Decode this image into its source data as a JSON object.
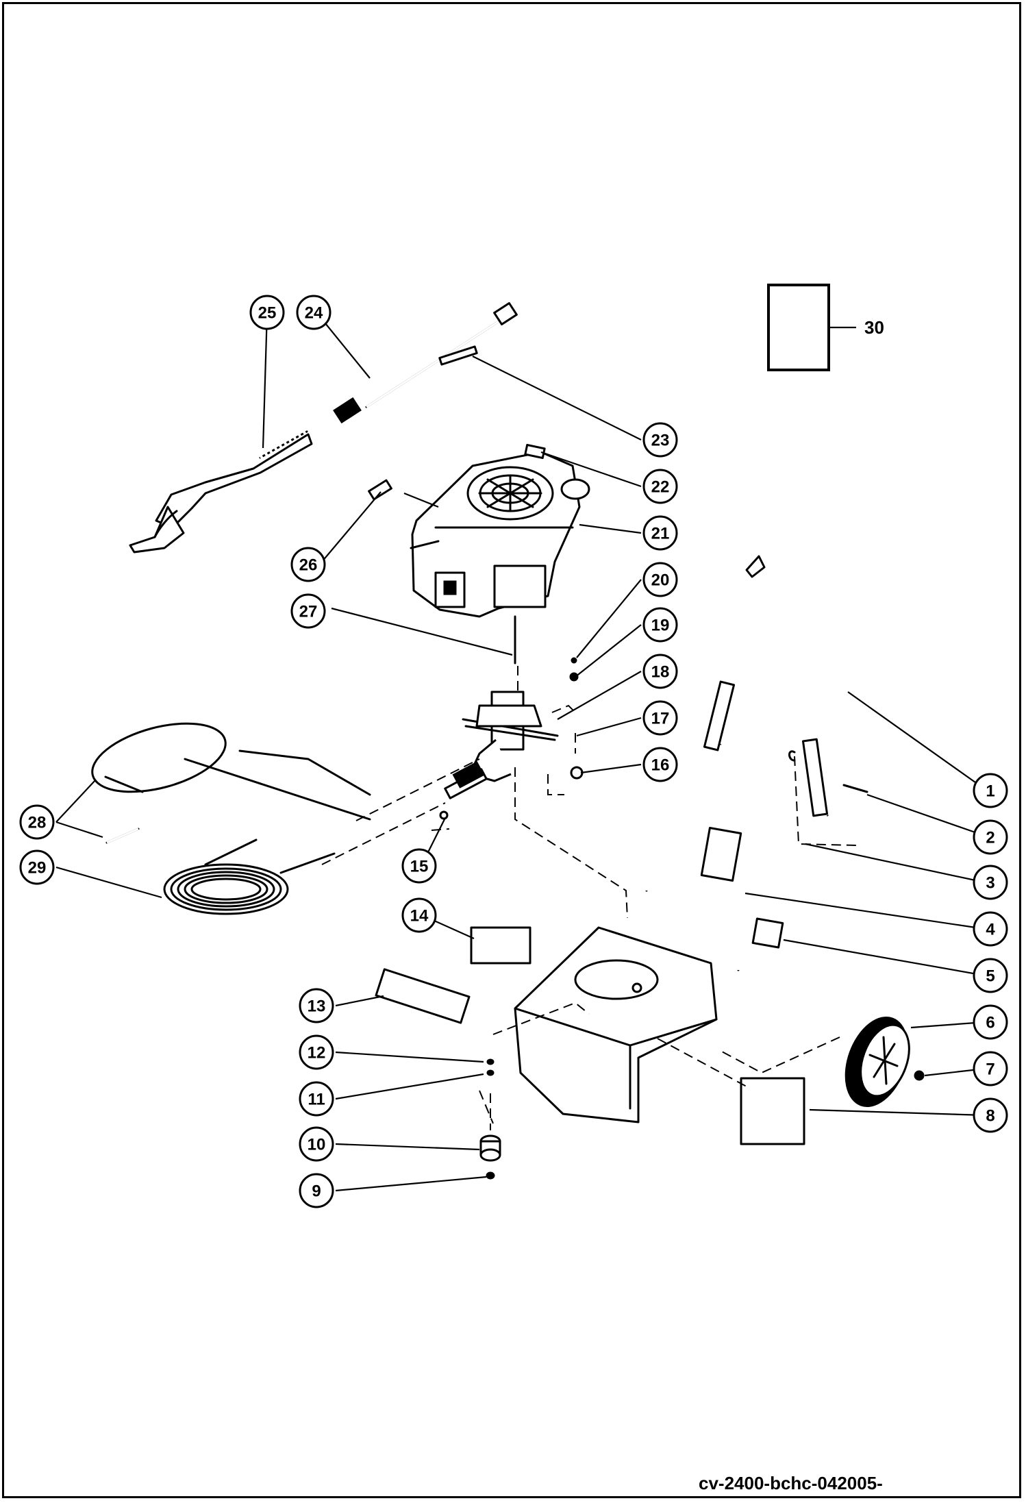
{
  "diagram": {
    "callouts": [
      "1",
      "2",
      "3",
      "4",
      "5",
      "6",
      "7",
      "8",
      "9",
      "10",
      "11",
      "12",
      "13",
      "14",
      "15",
      "16",
      "17",
      "18",
      "19",
      "20",
      "21",
      "22",
      "23",
      "24",
      "25",
      "26",
      "27",
      "28",
      "29"
    ],
    "legend_label": "30",
    "footer_code": "cv-2400-bchc-042005-"
  }
}
